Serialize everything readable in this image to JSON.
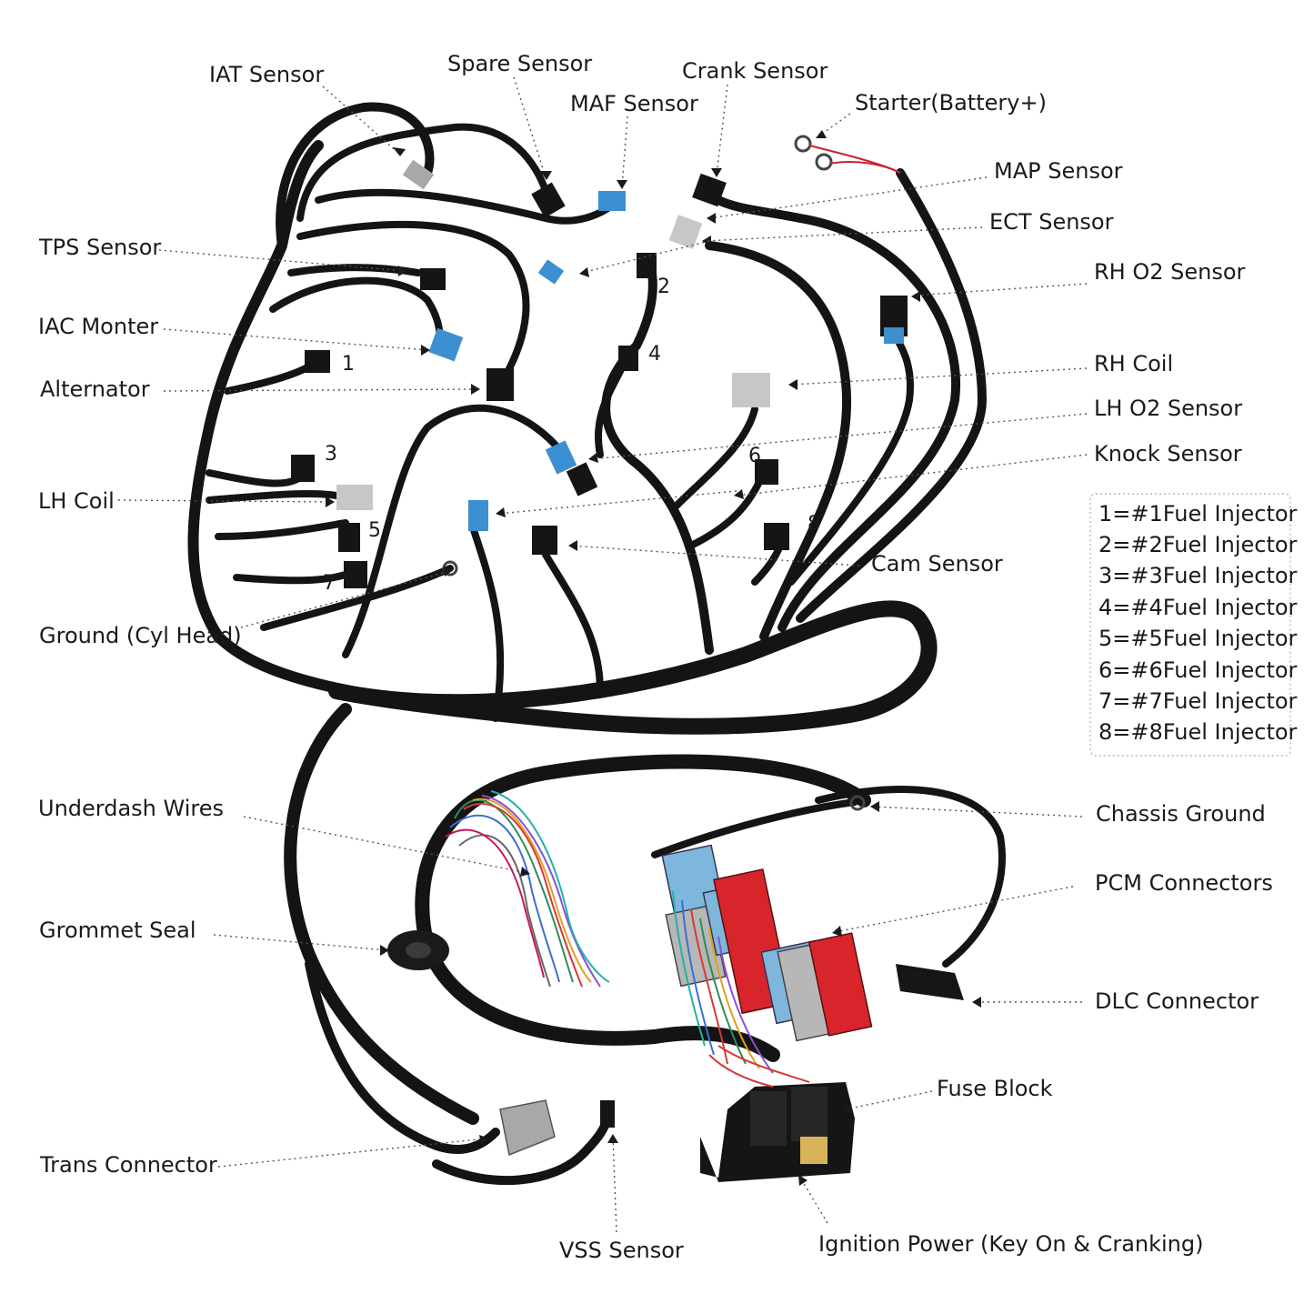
{
  "labels": {
    "iat": "IAT Sensor",
    "spare": "Spare Sensor",
    "crank": "Crank Sensor",
    "maf": "MAF Sensor",
    "starter": "Starter(Battery+)",
    "map": "MAP Sensor",
    "ect": "ECT Sensor",
    "tps": "TPS Sensor",
    "rh_o2": "RH O2 Sensor",
    "iac": "IAC Monter",
    "alternator": "Alternator",
    "rh_coil": "RH Coil",
    "lh_o2": "LH O2 Sensor",
    "knock": "Knock Sensor",
    "lh_coil": "LH Coil",
    "cam": "Cam Sensor",
    "ground_cyl": "Ground (Cyl Head)",
    "underdash": "Underdash Wires",
    "chassis_ground": "Chassis Ground",
    "pcm": "PCM Connectors",
    "grommet": "Grommet Seal",
    "dlc": "DLC Connector",
    "fuse_block": "Fuse Block",
    "trans": "Trans Connector",
    "vss": "VSS Sensor",
    "ignition": "Ignition Power (Key On & Cranking)"
  },
  "injector_numbers": [
    "1",
    "2",
    "3",
    "4",
    "5",
    "6",
    "7",
    "8"
  ],
  "legend": [
    "1=#1Fuel Injector",
    "2=#2Fuel Injector",
    "3=#3Fuel Injector",
    "4=#4Fuel Injector",
    "5=#5Fuel Injector",
    "6=#6Fuel Injector",
    "7=#7Fuel Injector",
    "8=#8Fuel Injector"
  ],
  "colors": {
    "wire": "#141414",
    "pcm_blue": "#7fb6dc",
    "pcm_red": "#d8242b",
    "pcm_gray": "#b7b7b7",
    "connector_blue": "#3c8fd0",
    "connector_gray": "#a8a8a8",
    "starter_red": "#c8242b"
  }
}
